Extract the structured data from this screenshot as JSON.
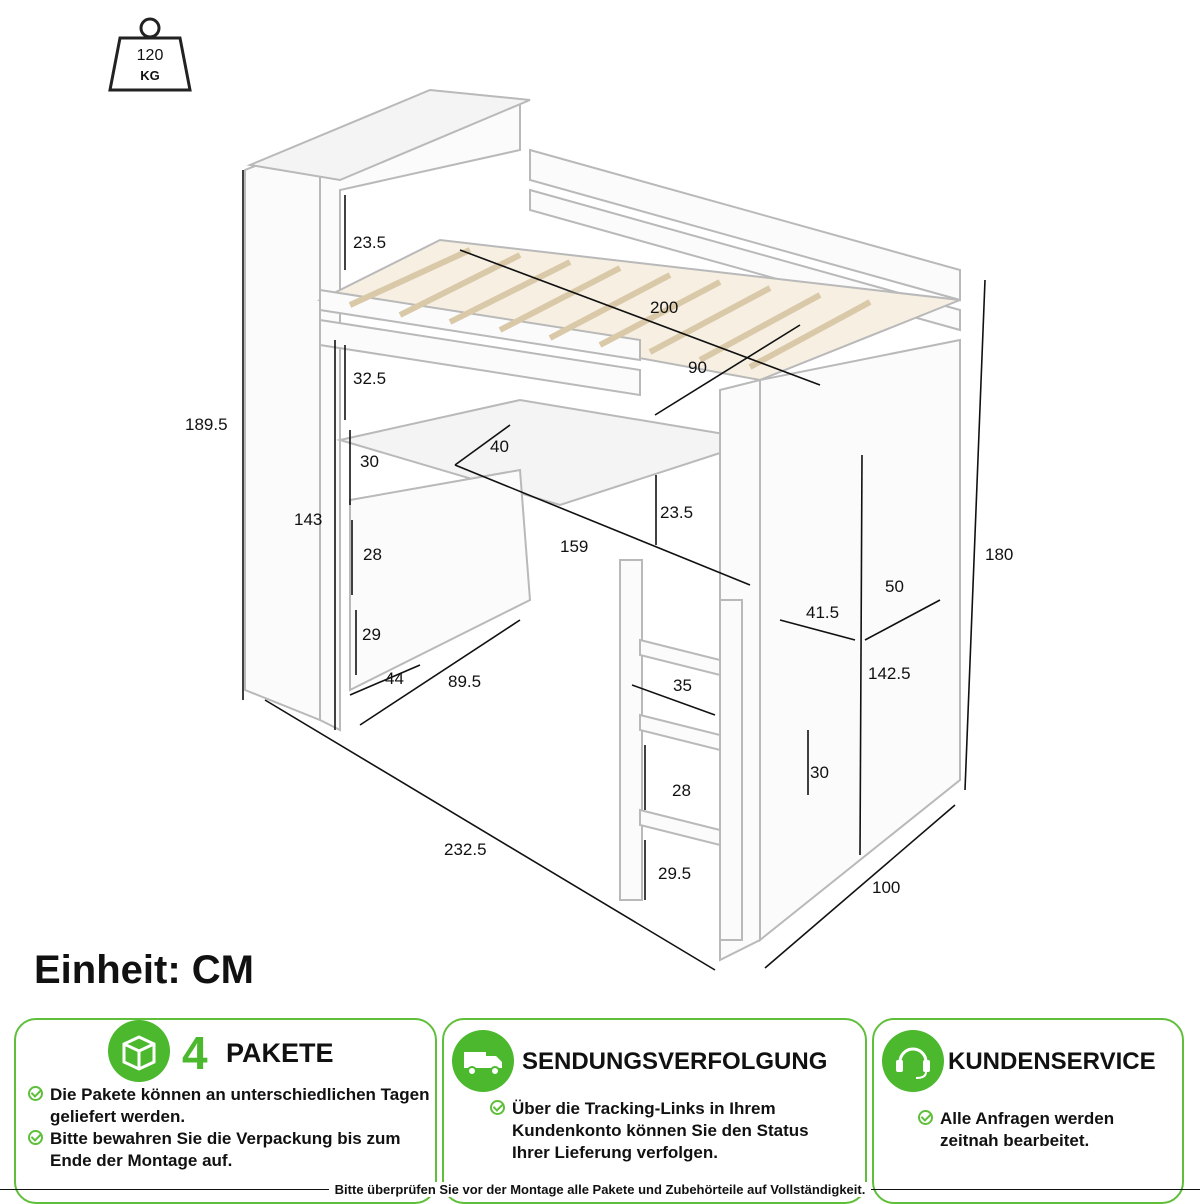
{
  "weight": {
    "value": "120",
    "unit": "KG"
  },
  "dimensions": {
    "shelf_top": "23.5",
    "bed_length": "200",
    "bed_width": "90",
    "shelf_2": "32.5",
    "total_height_left": "189.5",
    "desk_depth": "40",
    "shelf_3": "30",
    "leg_height": "143",
    "desk_gap": "23.5",
    "desk_length": "159",
    "shelf_4": "28",
    "cabinet_depth": "50",
    "total_height_right": "180",
    "cabinet_width": "41.5",
    "shelf_5": "29",
    "cabinet_height": "142.5",
    "base_44": "44",
    "base_89": "89.5",
    "ladder_width": "35",
    "cabinet_shelf": "30",
    "ladder_step": "28",
    "ladder_bottom": "29.5",
    "total_length": "232.5",
    "total_depth": "100"
  },
  "unit_label": "Einheit: CM",
  "cards": [
    {
      "title_number": "4",
      "title": "PAKETE",
      "icon": "package-icon",
      "bullets": [
        "Die Pakete können an unterschiedlichen Tagen geliefert werden.",
        "Bitte bewahren Sie die Verpackung bis zum Ende der Montage auf."
      ]
    },
    {
      "title": "SENDUNGSVERFOLGUNG",
      "icon": "delivery-truck-icon",
      "bullets": [
        "Über die Tracking-Links in Ihrem Kundenkonto können Sie den Status Ihrer Lieferung verfolgen."
      ]
    },
    {
      "title": "KUNDENSERVICE",
      "icon": "headset-icon",
      "bullets": [
        "Alle Anfragen werden zeitnah bearbeitet."
      ]
    }
  ],
  "footer": "Bitte überprüfen Sie vor der Montage alle Pakete und Zubehörteile auf Vollständigkeit.",
  "colors": {
    "accent": "#4cb82e",
    "border": "#5fbf3a"
  }
}
